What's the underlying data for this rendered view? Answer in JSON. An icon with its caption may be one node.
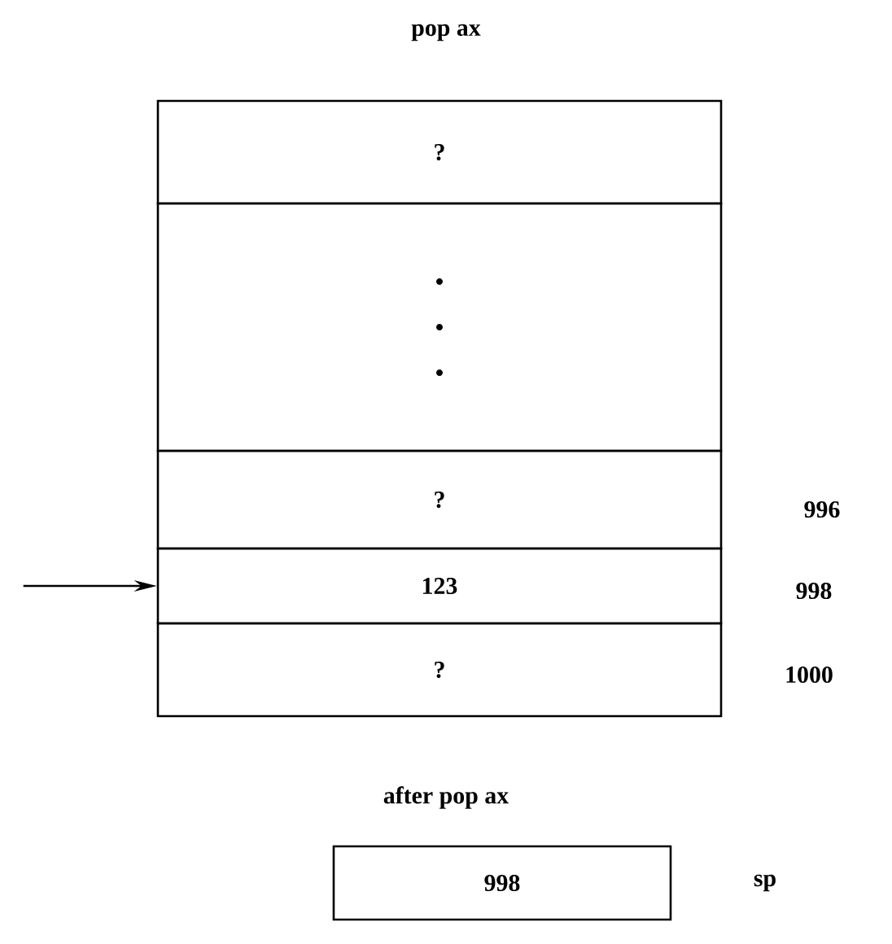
{
  "diagram": {
    "title": "pop ax",
    "nodes": [
      {
        "text": [
          "?"
        ]
      },
      {
        "text": [],
        "shape": "box"
      },
      {
        "text": [
          "?"
        ],
        "beside": [
          "996"
        ]
      },
      {
        "text": [
          "123"
        ],
        "beside": [
          "998"
        ]
      },
      {
        "text": [
          "?"
        ],
        "beside": [
          "1000"
        ]
      },
      {
        "text": [
          "998"
        ],
        "beside": [
          "sp"
        ]
      }
    ],
    "edges": [
      {
        "from": null,
        "to": 3,
        "arrow": "to"
      }
    ],
    "labels": [
      "after pop ax"
    ]
  }
}
